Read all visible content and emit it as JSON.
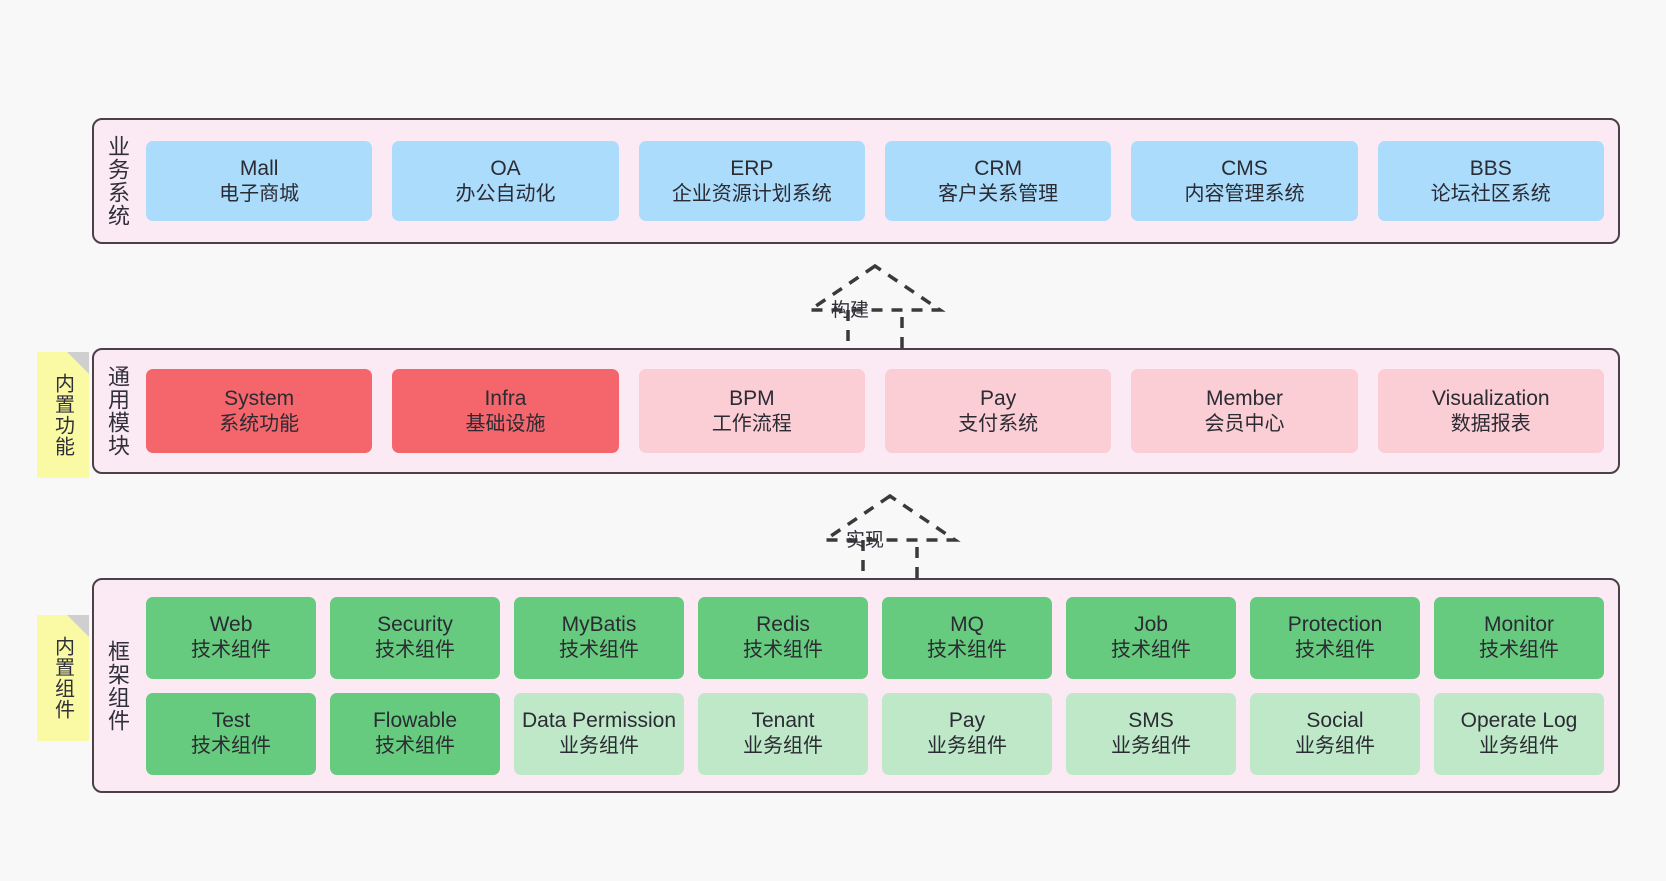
{
  "diagram": {
    "background": "#f8f8f8",
    "layer_fill": "#fbeaf4",
    "layer_border": "#4a4048",
    "note_fill": "#fbfaa4"
  },
  "layers": [
    {
      "id": "business-system",
      "title": "业务系统",
      "note": null,
      "rows": [
        {
          "boxes": [
            {
              "en": "Mall",
              "cn": "电子商城",
              "color": "#abdcfb",
              "style": "c-blue"
            },
            {
              "en": "OA",
              "cn": "办公自动化",
              "color": "#abdcfb",
              "style": "c-blue"
            },
            {
              "en": "ERP",
              "cn": "企业资源计划系统",
              "color": "#abdcfb",
              "style": "c-blue"
            },
            {
              "en": "CRM",
              "cn": "客户关系管理",
              "color": "#abdcfb",
              "style": "c-blue"
            },
            {
              "en": "CMS",
              "cn": "内容管理系统",
              "color": "#abdcfb",
              "style": "c-blue"
            },
            {
              "en": "BBS",
              "cn": "论坛社区系统",
              "color": "#abdcfb",
              "style": "c-blue"
            }
          ]
        }
      ]
    },
    {
      "id": "common-module",
      "title": "通用模块",
      "note": "内置功能",
      "rows": [
        {
          "boxes": [
            {
              "en": "System",
              "cn": "系统功能",
              "color": "#f4666b",
              "style": "c-red"
            },
            {
              "en": "Infra",
              "cn": "基础设施",
              "color": "#f4666b",
              "style": "c-red"
            },
            {
              "en": "BPM",
              "cn": "工作流程",
              "color": "#fbcdd4",
              "style": "c-pink"
            },
            {
              "en": "Pay",
              "cn": "支付系统",
              "color": "#fbcdd4",
              "style": "c-pink"
            },
            {
              "en": "Member",
              "cn": "会员中心",
              "color": "#fbcdd4",
              "style": "c-pink"
            },
            {
              "en": "Visualization",
              "cn": "数据报表",
              "color": "#fbcdd4",
              "style": "c-pink"
            }
          ]
        }
      ]
    },
    {
      "id": "framework-component",
      "title": "框架组件",
      "note": "内置组件",
      "rows": [
        {
          "boxes": [
            {
              "en": "Web",
              "cn": "技术组件",
              "color": "#66cb7e",
              "style": "c-green"
            },
            {
              "en": "Security",
              "cn": "技术组件",
              "color": "#66cb7e",
              "style": "c-green"
            },
            {
              "en": "MyBatis",
              "cn": "技术组件",
              "color": "#66cb7e",
              "style": "c-green"
            },
            {
              "en": "Redis",
              "cn": "技术组件",
              "color": "#66cb7e",
              "style": "c-green"
            },
            {
              "en": "MQ",
              "cn": "技术组件",
              "color": "#66cb7e",
              "style": "c-green"
            },
            {
              "en": "Job",
              "cn": "技术组件",
              "color": "#66cb7e",
              "style": "c-green"
            },
            {
              "en": "Protection",
              "cn": "技术组件",
              "color": "#66cb7e",
              "style": "c-green"
            },
            {
              "en": "Monitor",
              "cn": "技术组件",
              "color": "#66cb7e",
              "style": "c-green"
            }
          ]
        },
        {
          "boxes": [
            {
              "en": "Test",
              "cn": "技术组件",
              "color": "#66cb7e",
              "style": "c-green"
            },
            {
              "en": "Flowable",
              "cn": "技术组件",
              "color": "#66cb7e",
              "style": "c-green"
            },
            {
              "en": "Data Permission",
              "cn": "业务组件",
              "color": "#bfe8c8",
              "style": "c-green-light"
            },
            {
              "en": "Tenant",
              "cn": "业务组件",
              "color": "#bfe8c8",
              "style": "c-green-light"
            },
            {
              "en": "Pay",
              "cn": "业务组件",
              "color": "#bfe8c8",
              "style": "c-green-light"
            },
            {
              "en": "SMS",
              "cn": "业务组件",
              "color": "#bfe8c8",
              "style": "c-green-light"
            },
            {
              "en": "Social",
              "cn": "业务组件",
              "color": "#bfe8c8",
              "style": "c-green-light"
            },
            {
              "en": "Operate Log",
              "cn": "业务组件",
              "color": "#bfe8c8",
              "style": "c-green-light"
            }
          ]
        }
      ]
    }
  ],
  "connectors": [
    {
      "id": "build",
      "label": "构建",
      "from": "common-module",
      "to": "business-system"
    },
    {
      "id": "implement",
      "label": "实现",
      "from": "framework-component",
      "to": "common-module"
    }
  ]
}
